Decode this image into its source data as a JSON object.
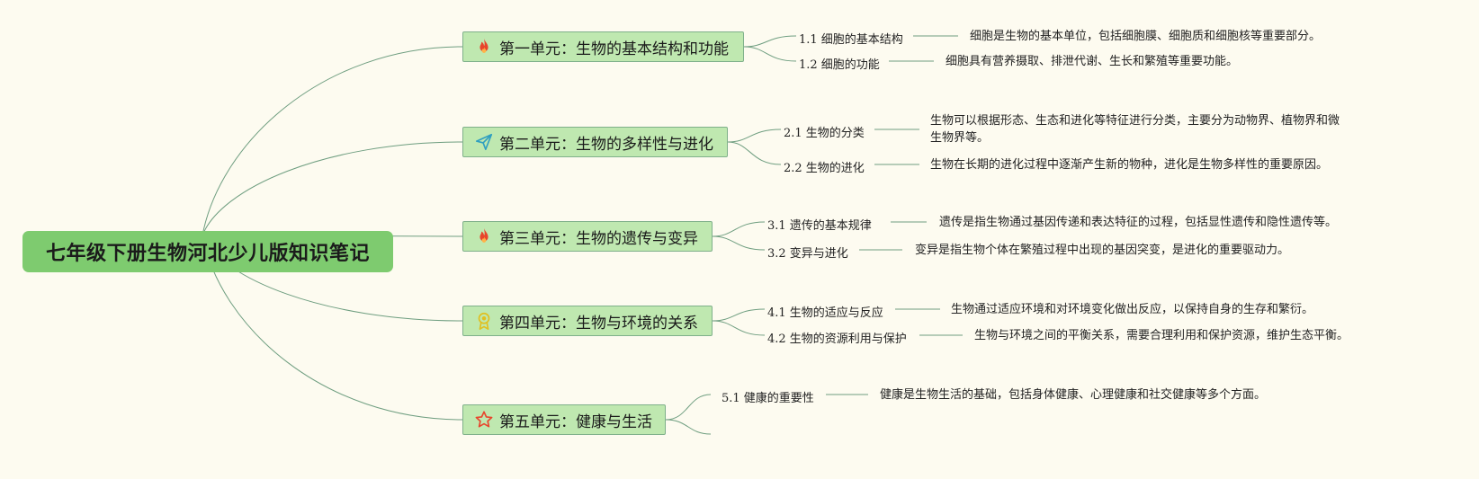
{
  "root": {
    "title": "七年级下册生物河北少儿版知识笔记"
  },
  "units": [
    {
      "title": "第一单元：生物的基本结构和功能",
      "icon": "fire-icon",
      "topics": [
        {
          "label": "1.1 细胞的基本结构",
          "text": "细胞是生物的基本单位，包括细胞膜、细胞质和细胞核等重要部分。"
        },
        {
          "label": "1.2 细胞的功能",
          "text": "细胞具有营养摄取、排泄代谢、生长和繁殖等重要功能。"
        }
      ]
    },
    {
      "title": "第二单元：生物的多样性与进化",
      "icon": "paper-plane-icon",
      "topics": [
        {
          "label": "2.1 生物的分类",
          "text": "生物可以根据形态、生态和进化等特征进行分类，主要分为动物界、植物界和微生物界等。"
        },
        {
          "label": "2.2 生物的进化",
          "text": "生物在长期的进化过程中逐渐产生新的物种，进化是生物多样性的重要原因。"
        }
      ]
    },
    {
      "title": "第三单元：生物的遗传与变异",
      "icon": "fire-icon",
      "topics": [
        {
          "label": "3.1 遗传的基本规律",
          "text": "遗传是指生物通过基因传递和表达特征的过程，包括显性遗传和隐性遗传等。"
        },
        {
          "label": "3.2 变异与进化",
          "text": "变异是指生物个体在繁殖过程中出现的基因突变，是进化的重要驱动力。"
        }
      ]
    },
    {
      "title": "第四单元：生物与环境的关系",
      "icon": "award-icon",
      "topics": [
        {
          "label": "4.1 生物的适应与反应",
          "text": "生物通过适应环境和对环境变化做出反应，以保持自身的生存和繁衍。"
        },
        {
          "label": "4.2 生物的资源利用与保护",
          "text": "生物与环境之间的平衡关系，需要合理利用和保护资源，维护生态平衡。"
        }
      ]
    },
    {
      "title": "第五单元：健康与生活",
      "icon": "star-icon",
      "topics": [
        {
          "label": "5.1 健康的重要性",
          "text": "健康是生物生活的基础，包括身体健康、心理健康和社交健康等多个方面。"
        }
      ]
    }
  ],
  "colors": {
    "background": "#fdfbf0",
    "root_fill": "#7ecb6f",
    "unit_fill": "#bfe8b0",
    "connector": "#6f9e80"
  }
}
